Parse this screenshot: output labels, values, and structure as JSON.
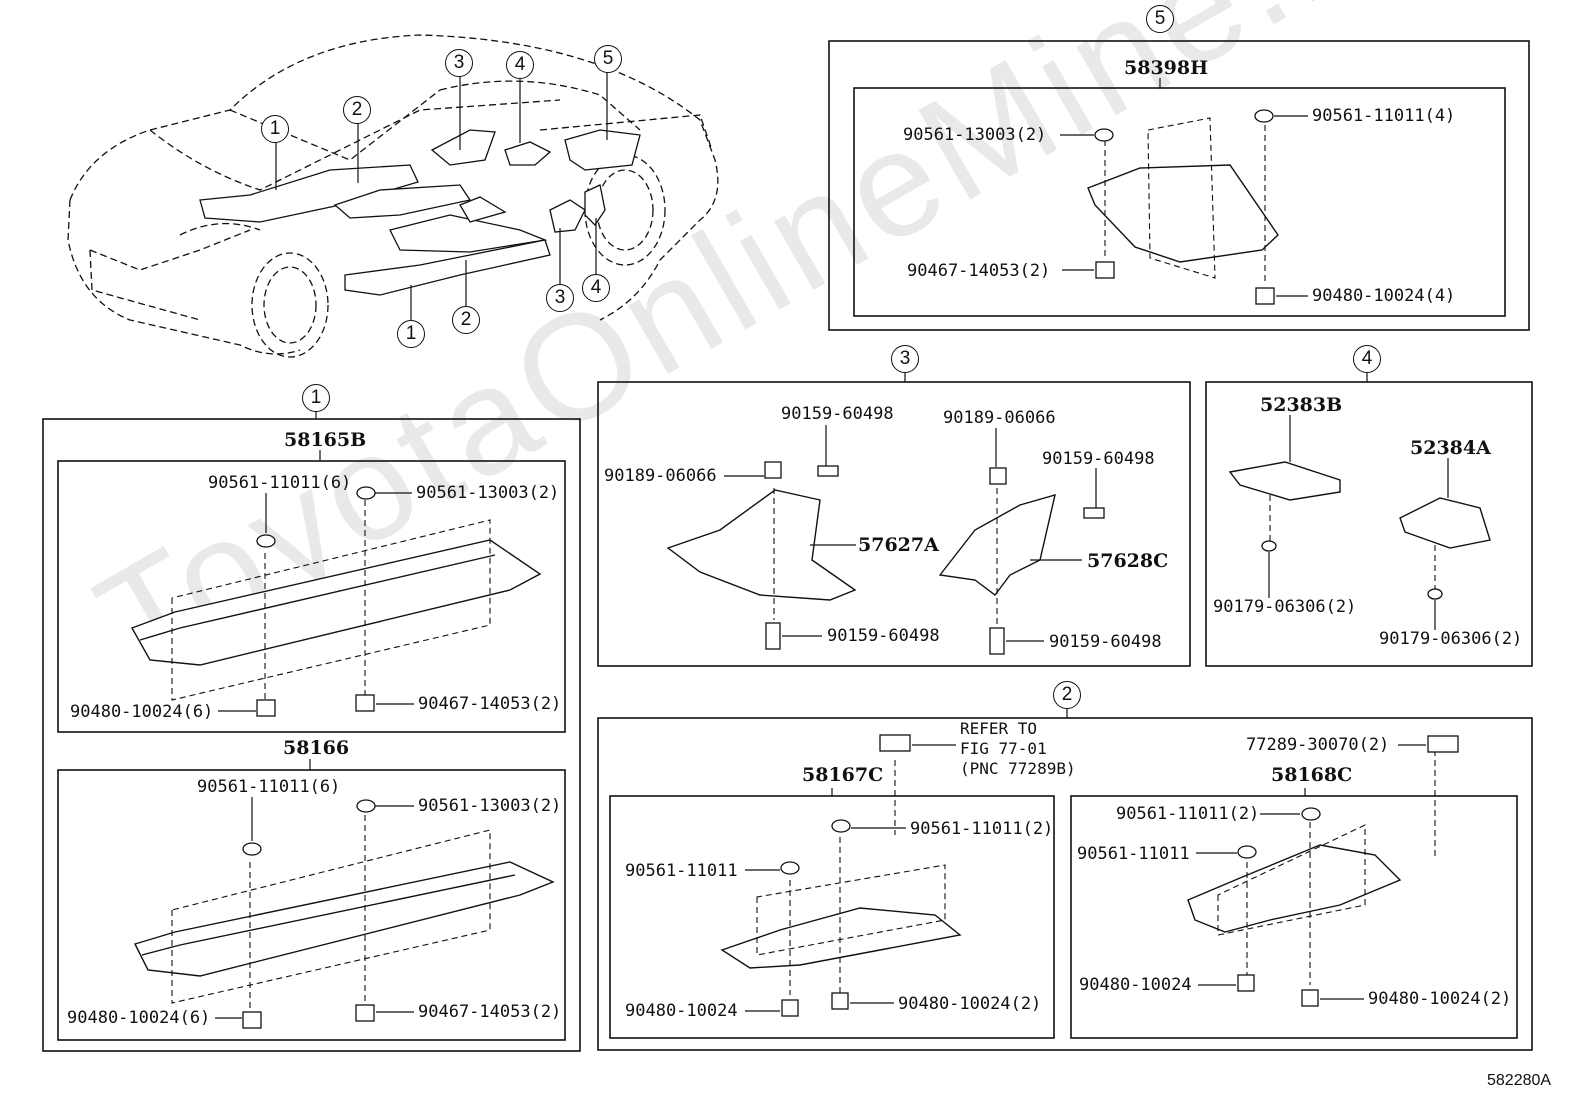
{
  "watermark": "ToyotaOnlineMine.ru",
  "figure_number": "582280A",
  "overview_callouts": [
    "1",
    "2",
    "3",
    "4",
    "5",
    "3",
    "4",
    "1",
    "2"
  ],
  "group1": {
    "callout": "1",
    "upper": {
      "part_code": "58165B",
      "labels": [
        "90561-11011(6)",
        "90561-13003(2)",
        "90480-10024(6)",
        "90467-14053(2)"
      ]
    },
    "lower": {
      "part_code": "58166",
      "labels": [
        "90561-11011(6)",
        "90561-13003(2)",
        "90480-10024(6)",
        "90467-14053(2)"
      ]
    }
  },
  "group5": {
    "callout": "5",
    "part_code": "58398H",
    "labels": [
      "90561-13003(2)",
      "90561-11011(4)",
      "90467-14053(2)",
      "90480-10024(4)"
    ]
  },
  "group3": {
    "callout": "3",
    "labels": [
      "90159-60498",
      "90189-06066",
      "90189-06066",
      "90159-60498",
      "90159-60498",
      "90159-60498"
    ],
    "part_codes": [
      "57627A",
      "57628C"
    ]
  },
  "group4": {
    "callout": "4",
    "part_codes": [
      "52383B",
      "52384A"
    ],
    "labels": [
      "90179-06306(2)",
      "90179-06306(2)"
    ]
  },
  "group2": {
    "callout": "2",
    "refer_lines": [
      "REFER TO",
      "FIG 77-01",
      "(PNC 77289B)"
    ],
    "right_top_label": "77289-30070(2)",
    "left": {
      "part_code": "58167C",
      "labels": [
        "90561-11011(2)",
        "90561-11011",
        "90480-10024",
        "90480-10024(2)"
      ]
    },
    "right": {
      "part_code": "58168C",
      "labels": [
        "90561-11011(2)",
        "90561-11011",
        "90480-10024",
        "90480-10024(2)"
      ]
    }
  }
}
